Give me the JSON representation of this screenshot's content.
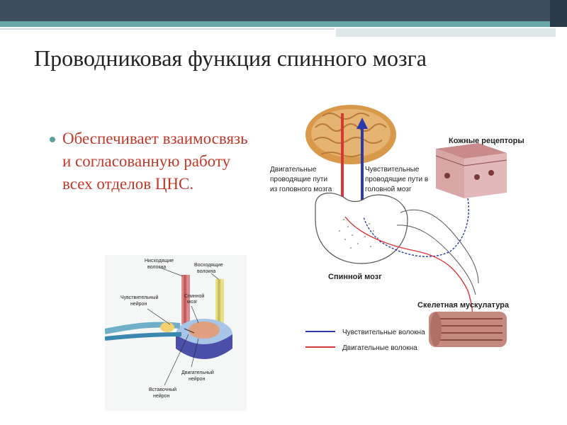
{
  "slide": {
    "title": "Проводниковая функция спинного мозга",
    "bullet": "Обеспечивает взаимосвязь и согласованную работу всех отделов ЦНС."
  },
  "figure_left": {
    "labels": {
      "descending_1": "Нисходящие",
      "descending_2": "волокна",
      "ascending_1": "Восходящие",
      "ascending_2": "волокна",
      "sensory_1": "Чувствительный",
      "sensory_2": "нейрон",
      "cord_1": "Спинной",
      "cord_2": "мозг",
      "motor_1": "Двигательный",
      "motor_2": "нейрон",
      "inter_1": "Вставочный",
      "inter_2": "нейрон"
    }
  },
  "figure_right": {
    "labels": {
      "motor_paths_1": "Двигательные",
      "motor_paths_2": "проводящие пути",
      "motor_paths_3": "из головного мозга",
      "sensory_paths_1": "Чувствительные",
      "sensory_paths_2": "проводящие пути в",
      "sensory_paths_3": "головной мозг",
      "skin": "Кожные рецепторы",
      "cord": "Спинной мозг",
      "muscle": "Скелетная мускулатура"
    },
    "legend": {
      "sensory": "Чувствительные волокна",
      "motor": "Двигательные волокна"
    },
    "colors": {
      "sensory": "#2b3aa8",
      "motor": "#d8373a"
    }
  }
}
